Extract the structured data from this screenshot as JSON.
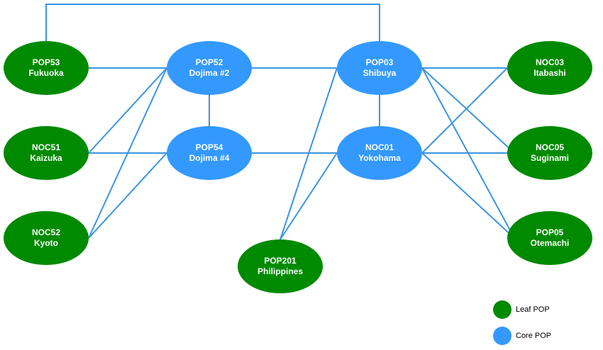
{
  "colors": {
    "leaf": "#008a00",
    "core": "#3399ff",
    "link": "#3b95e0"
  },
  "nodes": {
    "pop53": {
      "id": "POP53",
      "name": "Fukuoka",
      "role": "leaf"
    },
    "noc51": {
      "id": "NOC51",
      "name": "Kaizuka",
      "role": "leaf"
    },
    "noc52": {
      "id": "NOC52",
      "name": "Kyoto",
      "role": "leaf"
    },
    "pop52": {
      "id": "POP52",
      "name": "Dojima #2",
      "role": "core"
    },
    "pop54": {
      "id": "POP54",
      "name": "Dojima #4",
      "role": "core"
    },
    "pop03": {
      "id": "POP03",
      "name": "Shibuya",
      "role": "core"
    },
    "noc01": {
      "id": "NOC01",
      "name": "Yokohama",
      "role": "core"
    },
    "pop201": {
      "id": "POP201",
      "name": "Philippines",
      "role": "leaf"
    },
    "noc03": {
      "id": "NOC03",
      "name": "Itabashi",
      "role": "leaf"
    },
    "noc05": {
      "id": "NOC05",
      "name": "Suginami",
      "role": "leaf"
    },
    "pop05": {
      "id": "POP05",
      "name": "Otemachi",
      "role": "leaf"
    }
  },
  "links": [
    [
      "pop53",
      "pop52"
    ],
    [
      "pop53",
      "pop03"
    ],
    [
      "noc51",
      "pop52"
    ],
    [
      "noc51",
      "pop54"
    ],
    [
      "noc52",
      "pop52"
    ],
    [
      "noc52",
      "pop54"
    ],
    [
      "pop52",
      "pop54"
    ],
    [
      "pop52",
      "pop03"
    ],
    [
      "pop54",
      "noc01"
    ],
    [
      "pop03",
      "noc01"
    ],
    [
      "pop03",
      "pop201"
    ],
    [
      "noc01",
      "pop201"
    ],
    [
      "pop03",
      "noc03"
    ],
    [
      "pop03",
      "noc05"
    ],
    [
      "pop03",
      "pop05"
    ],
    [
      "noc01",
      "noc03"
    ],
    [
      "noc01",
      "noc05"
    ],
    [
      "noc01",
      "pop05"
    ]
  ],
  "legend": [
    {
      "label": "Leaf POP",
      "role": "leaf"
    },
    {
      "label": "Core POP",
      "role": "core"
    }
  ]
}
